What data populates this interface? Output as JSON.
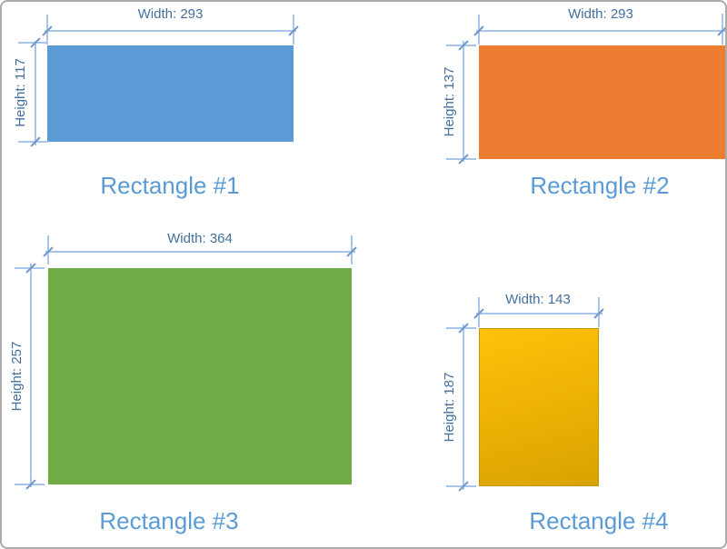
{
  "colors": {
    "page-border": "#ABABAB",
    "canvas-bg": "#FFFFFF",
    "dim-line": "#A7C6E9",
    "dim-tick": "#6E96C8",
    "dim-text": "#44709D",
    "caption-text": "#5B9BD5",
    "rect1": "#5B9BD5",
    "rect2": "#ED7D31",
    "rect3": "#70AD47",
    "rect4-top": "#FFC10A",
    "rect4-bottom": "#D9A300",
    "rect4-edge": "#C79400"
  },
  "figures": [
    {
      "caption": "Rectangle #1",
      "width_label": "Width: 293",
      "height_label": "Height: 117",
      "width_value": 293,
      "height_value": 117,
      "fill_color": "#5B9BD5"
    },
    {
      "caption": "Rectangle #2",
      "width_label": "Width: 293",
      "height_label": "Height: 137",
      "width_value": 293,
      "height_value": 137,
      "fill_color": "#ED7D31"
    },
    {
      "caption": "Rectangle #3",
      "width_label": "Width: 364",
      "height_label": "Height: 257",
      "width_value": 364,
      "height_value": 257,
      "fill_color": "#70AD47"
    },
    {
      "caption": "Rectangle #4",
      "width_label": "Width: 143",
      "height_label": "Height: 187",
      "width_value": 143,
      "height_value": 187,
      "fill_color": "#FFC10A"
    }
  ]
}
